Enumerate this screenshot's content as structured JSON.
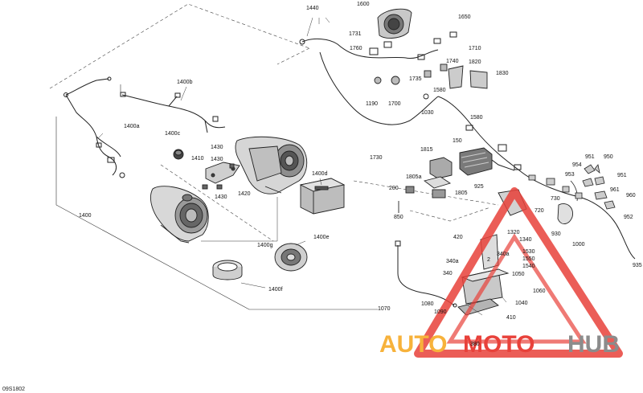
{
  "diagram_code": "09S1802",
  "watermark": {
    "part1": "AUTO",
    "part2": "MOTO",
    "part3": "HUB",
    "color_orange": "#f7b23b",
    "color_red": "#e8413a",
    "color_gray": "#8c8c8c"
  },
  "labels": [
    {
      "id": "1440",
      "text": "1440"
    },
    {
      "id": "1600",
      "text": "1600"
    },
    {
      "id": "1650",
      "text": "1650"
    },
    {
      "id": "1731",
      "text": "1731"
    },
    {
      "id": "1760",
      "text": "1760"
    },
    {
      "id": "1710",
      "text": "1710"
    },
    {
      "id": "1740",
      "text": "1740"
    },
    {
      "id": "1820",
      "text": "1820"
    },
    {
      "id": "1830",
      "text": "1830"
    },
    {
      "id": "1735",
      "text": "1735"
    },
    {
      "id": "1580a",
      "text": "1580"
    },
    {
      "id": "1190",
      "text": "1190"
    },
    {
      "id": "1700",
      "text": "1700"
    },
    {
      "id": "1030",
      "text": "1030"
    },
    {
      "id": "1580b",
      "text": "1580"
    },
    {
      "id": "1400b",
      "text": "1400b"
    },
    {
      "id": "1400a",
      "text": "1400a"
    },
    {
      "id": "1400c",
      "text": "1400c"
    },
    {
      "id": "1430a",
      "text": "1430"
    },
    {
      "id": "1410",
      "text": "1410"
    },
    {
      "id": "1430b",
      "text": "1430"
    },
    {
      "id": "1420",
      "text": "1420"
    },
    {
      "id": "1430c",
      "text": "1430"
    },
    {
      "id": "1400d",
      "text": "1400d"
    },
    {
      "id": "1400",
      "text": "1400"
    },
    {
      "id": "1400g",
      "text": "1400g"
    },
    {
      "id": "1400e",
      "text": "1400e"
    },
    {
      "id": "1400f",
      "text": "1400f"
    },
    {
      "id": "1730",
      "text": "1730"
    },
    {
      "id": "1815",
      "text": "1815"
    },
    {
      "id": "150",
      "text": "150"
    },
    {
      "id": "1805a",
      "text": "1805a"
    },
    {
      "id": "200",
      "text": "200"
    },
    {
      "id": "1805",
      "text": "1805"
    },
    {
      "id": "925",
      "text": "925"
    },
    {
      "id": "850",
      "text": "850"
    },
    {
      "id": "730",
      "text": "730"
    },
    {
      "id": "720",
      "text": "720"
    },
    {
      "id": "930",
      "text": "930"
    },
    {
      "id": "1320",
      "text": "1320"
    },
    {
      "id": "1340",
      "text": "1340"
    },
    {
      "id": "420",
      "text": "420"
    },
    {
      "id": "340a1",
      "text": "340a"
    },
    {
      "id": "340a2",
      "text": "340a"
    },
    {
      "id": "2",
      "text": "2"
    },
    {
      "id": "340",
      "text": "340"
    },
    {
      "id": "1530",
      "text": "1530"
    },
    {
      "id": "1550",
      "text": "1550"
    },
    {
      "id": "1540",
      "text": "1540"
    },
    {
      "id": "1050",
      "text": "1050"
    },
    {
      "id": "1060",
      "text": "1060"
    },
    {
      "id": "1040",
      "text": "1040"
    },
    {
      "id": "1070",
      "text": "1070"
    },
    {
      "id": "1080",
      "text": "1080"
    },
    {
      "id": "1090",
      "text": "1090"
    },
    {
      "id": "410",
      "text": "410"
    },
    {
      "id": "380",
      "text": "380"
    },
    {
      "id": "954",
      "text": "954"
    },
    {
      "id": "951a",
      "text": "951"
    },
    {
      "id": "950",
      "text": "950"
    },
    {
      "id": "953",
      "text": "953"
    },
    {
      "id": "951b",
      "text": "951"
    },
    {
      "id": "961",
      "text": "961"
    },
    {
      "id": "960",
      "text": "960"
    },
    {
      "id": "952",
      "text": "952"
    },
    {
      "id": "1000",
      "text": "1000"
    },
    {
      "id": "935",
      "text": "935"
    }
  ]
}
